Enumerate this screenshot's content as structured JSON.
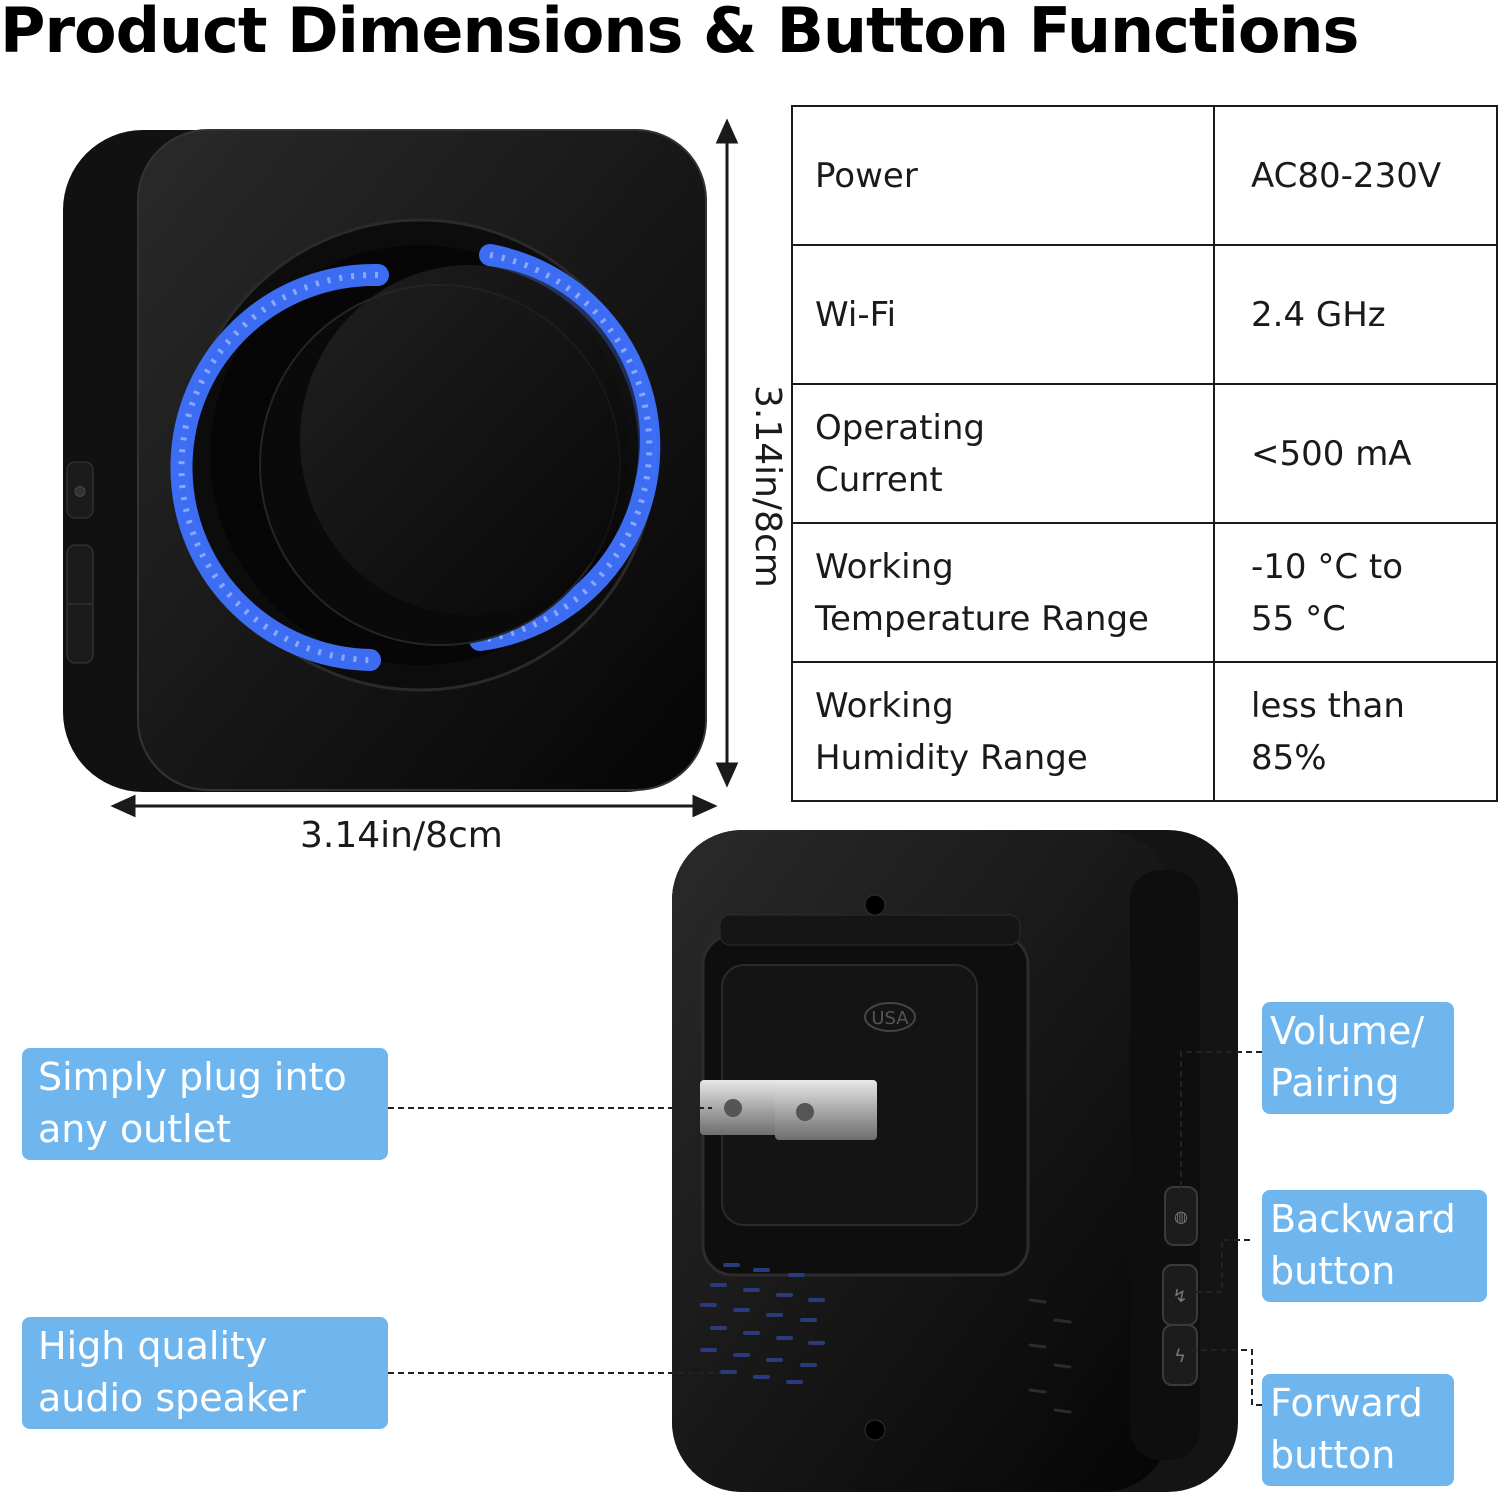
{
  "title": "Product Dimensions & Button Functions",
  "dimensions": {
    "width": "3.14in/8cm",
    "height": "3.14in/8cm"
  },
  "specs": [
    {
      "label": "Power",
      "value": "AC80-230V"
    },
    {
      "label": "Wi-Fi",
      "value": "2.4 GHz"
    },
    {
      "label_line1": "Operating",
      "label_line2": "Current",
      "value": "<500 mA"
    },
    {
      "label_line1": "Working",
      "label_line2": "Temperature Range",
      "value_line1": "-10 °C to",
      "value_line2": "55 °C"
    },
    {
      "label_line1": "Working",
      "label_line2": "Humidity Range",
      "value_line1": "less than",
      "value_line2": "85%"
    }
  ],
  "callouts": {
    "plug": {
      "line1": "Simply plug into",
      "line2": "any outlet"
    },
    "speaker": {
      "line1": "High quality",
      "line2": "audio speaker"
    },
    "volume": {
      "line1": "Volume/",
      "line2": "Pairing"
    },
    "backward": {
      "line1": "Backward",
      "line2": "button"
    },
    "forward": {
      "line1": "Forward",
      "line2": "button"
    }
  },
  "plug_stamp": "USA",
  "colors": {
    "callout": "#6fb6ee",
    "device": "#0d0d0d",
    "led": "#3b6cf5"
  },
  "icons": [
    "wifi-icon",
    "bolt-icon",
    "arrow-icon"
  ]
}
